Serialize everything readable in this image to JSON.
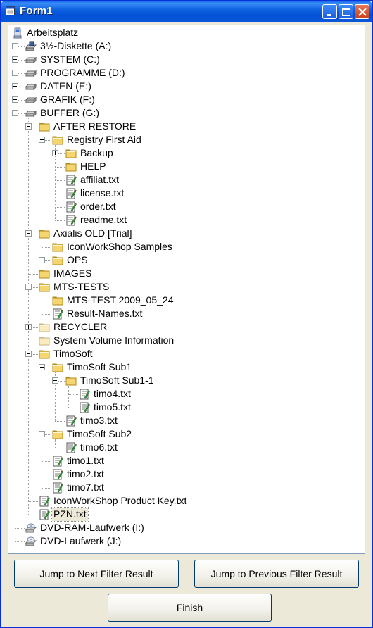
{
  "window": {
    "title": "Form1"
  },
  "tree": {
    "nodes": [
      {
        "label": "Arbeitsplatz",
        "depth": 0,
        "icon": "computer-icon",
        "expander": "none"
      },
      {
        "label": "3½-Diskette (A:)",
        "depth": 1,
        "icon": "floppy-drive-icon",
        "expander": "plus"
      },
      {
        "label": "SYSTEM (C:)",
        "depth": 1,
        "icon": "hard-drive-icon",
        "expander": "plus"
      },
      {
        "label": "PROGRAMME (D:)",
        "depth": 1,
        "icon": "hard-drive-icon",
        "expander": "plus"
      },
      {
        "label": "DATEN (E:)",
        "depth": 1,
        "icon": "hard-drive-icon",
        "expander": "plus"
      },
      {
        "label": "GRAFIK (F:)",
        "depth": 1,
        "icon": "hard-drive-icon",
        "expander": "plus"
      },
      {
        "label": "BUFFER (G:)",
        "depth": 1,
        "icon": "hard-drive-icon",
        "expander": "minus"
      },
      {
        "label": "AFTER RESTORE",
        "depth": 2,
        "icon": "folder-icon",
        "expander": "minus"
      },
      {
        "label": "Registry First Aid",
        "depth": 3,
        "icon": "folder-icon",
        "expander": "minus"
      },
      {
        "label": "Backup",
        "depth": 4,
        "icon": "folder-icon",
        "expander": "plus"
      },
      {
        "label": "HELP",
        "depth": 4,
        "icon": "folder-icon",
        "expander": "none"
      },
      {
        "label": "affiliat.txt",
        "depth": 4,
        "icon": "text-file-icon",
        "expander": "none"
      },
      {
        "label": "license.txt",
        "depth": 4,
        "icon": "text-file-icon",
        "expander": "none"
      },
      {
        "label": "order.txt",
        "depth": 4,
        "icon": "text-file-icon",
        "expander": "none"
      },
      {
        "label": "readme.txt",
        "depth": 4,
        "icon": "text-file-icon",
        "expander": "none"
      },
      {
        "label": "Axialis OLD [Trial]",
        "depth": 2,
        "icon": "folder-icon",
        "expander": "minus"
      },
      {
        "label": "IconWorkShop Samples",
        "depth": 3,
        "icon": "folder-icon",
        "expander": "none"
      },
      {
        "label": "OPS",
        "depth": 3,
        "icon": "folder-icon",
        "expander": "plus"
      },
      {
        "label": "IMAGES",
        "depth": 2,
        "icon": "folder-icon",
        "expander": "none"
      },
      {
        "label": "MTS-TESTS",
        "depth": 2,
        "icon": "folder-icon",
        "expander": "minus"
      },
      {
        "label": "MTS-TEST 2009_05_24",
        "depth": 3,
        "icon": "folder-icon",
        "expander": "none"
      },
      {
        "label": "Result-Names.txt",
        "depth": 3,
        "icon": "text-file-icon",
        "expander": "none"
      },
      {
        "label": "RECYCLER",
        "depth": 2,
        "icon": "folder-icon-light",
        "expander": "plus"
      },
      {
        "label": "System Volume Information",
        "depth": 2,
        "icon": "folder-icon-light",
        "expander": "none"
      },
      {
        "label": "TimoSoft",
        "depth": 2,
        "icon": "folder-icon",
        "expander": "minus"
      },
      {
        "label": "TimoSoft Sub1",
        "depth": 3,
        "icon": "folder-icon",
        "expander": "minus"
      },
      {
        "label": "TimoSoft Sub1-1",
        "depth": 4,
        "icon": "folder-icon",
        "expander": "minus"
      },
      {
        "label": "timo4.txt",
        "depth": 5,
        "icon": "text-file-icon",
        "expander": "none"
      },
      {
        "label": "timo5.txt",
        "depth": 5,
        "icon": "text-file-icon",
        "expander": "none"
      },
      {
        "label": "timo3.txt",
        "depth": 4,
        "icon": "text-file-icon",
        "expander": "none"
      },
      {
        "label": "TimoSoft Sub2",
        "depth": 3,
        "icon": "folder-icon",
        "expander": "minus"
      },
      {
        "label": "timo6.txt",
        "depth": 4,
        "icon": "text-file-icon",
        "expander": "none"
      },
      {
        "label": "timo1.txt",
        "depth": 3,
        "icon": "text-file-icon",
        "expander": "none"
      },
      {
        "label": "timo2.txt",
        "depth": 3,
        "icon": "text-file-icon",
        "expander": "none"
      },
      {
        "label": "timo7.txt",
        "depth": 3,
        "icon": "text-file-icon",
        "expander": "none"
      },
      {
        "label": "IconWorkShop Product Key.txt",
        "depth": 2,
        "icon": "text-file-icon",
        "expander": "none"
      },
      {
        "label": "PZN.txt",
        "depth": 2,
        "icon": "text-file-icon",
        "expander": "none",
        "selected": true
      },
      {
        "label": "DVD-RAM-Laufwerk (I:)",
        "depth": 1,
        "icon": "optical-drive-icon",
        "expander": "none"
      },
      {
        "label": "DVD-Laufwerk (J:)",
        "depth": 1,
        "icon": "optical-drive-icon",
        "expander": "none"
      }
    ]
  },
  "buttons": {
    "next": "Jump to Next Filter Result",
    "previous": "Jump to Previous Filter Result",
    "finish": "Finish"
  },
  "colors": {
    "titlebar": "#0a5fe3",
    "face": "#ece9d8",
    "folder": "#f5d66e",
    "folder_light": "#f9ecbf"
  }
}
